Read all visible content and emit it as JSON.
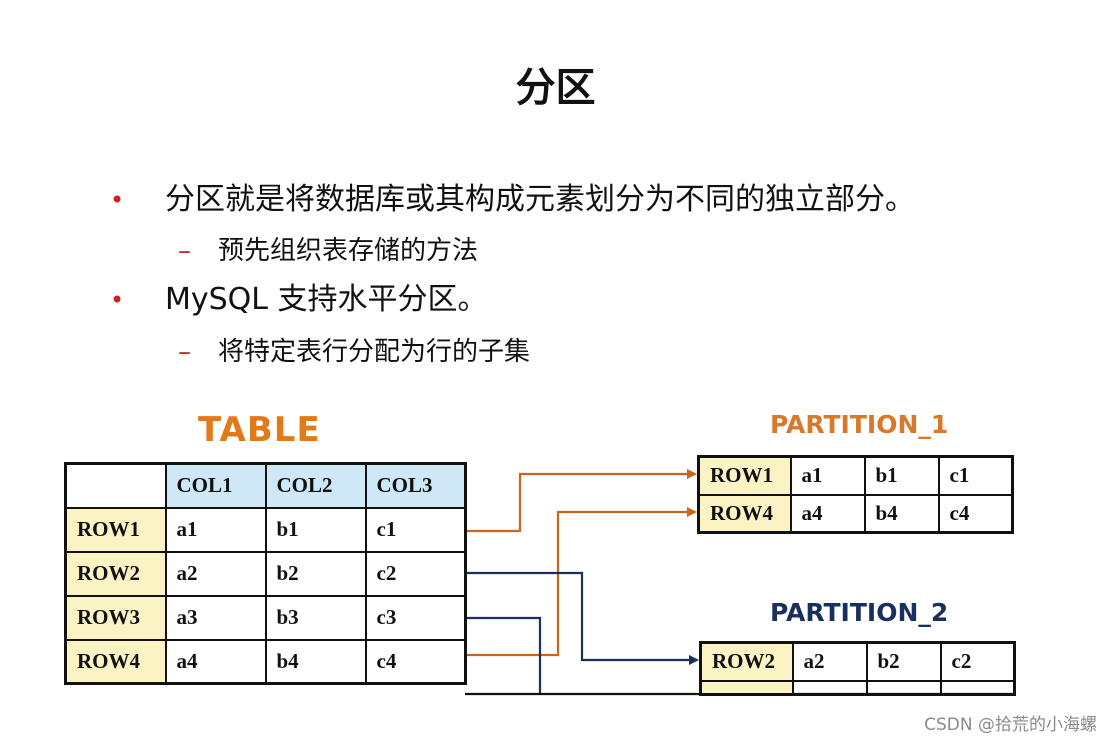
{
  "title": "分区",
  "bullets": [
    {
      "text": "分区就是将数据库或其构成元素划分为不同的独立部分。",
      "sub": "预先组织表存储的方法"
    },
    {
      "text": "MySQL 支持水平分区。",
      "sub": "将特定表行分配为行的子集"
    }
  ],
  "table": {
    "label": "TABLE",
    "columns": [
      "COL1",
      "COL2",
      "COL3"
    ],
    "rows": [
      {
        "label": "ROW1",
        "cells": [
          "a1",
          "b1",
          "c1"
        ]
      },
      {
        "label": "ROW2",
        "cells": [
          "a2",
          "b2",
          "c2"
        ]
      },
      {
        "label": "ROW3",
        "cells": [
          "a3",
          "b3",
          "c3"
        ]
      },
      {
        "label": "ROW4",
        "cells": [
          "a4",
          "b4",
          "c4"
        ]
      }
    ]
  },
  "partition_1": {
    "label": "PARTITION_1",
    "rows": [
      {
        "label": "ROW1",
        "cells": [
          "a1",
          "b1",
          "c1"
        ]
      },
      {
        "label": "ROW4",
        "cells": [
          "a4",
          "b4",
          "c4"
        ]
      }
    ]
  },
  "partition_2": {
    "label": "PARTITION_2",
    "rows": [
      {
        "label": "ROW2",
        "cells": [
          "a2",
          "b2",
          "c2"
        ]
      }
    ]
  },
  "colors": {
    "partition_1_arrow": "#c8651e",
    "partition_2_arrow": "#1a2f5e",
    "header_fill": "#cfe8f7",
    "row_label_fill": "#fbf3c4",
    "bullet_mark": "#cc2222"
  },
  "watermark": "CSDN @拾荒的小海螺"
}
